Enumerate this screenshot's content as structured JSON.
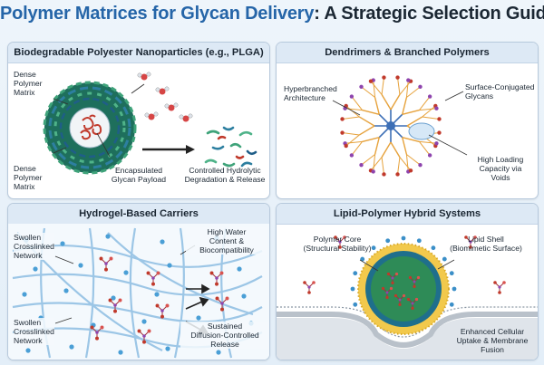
{
  "title": {
    "part1": "Polymer Matrices for Glycan Delivery",
    "part2": ": A Strategic Selection Guide"
  },
  "panels": {
    "p1": {
      "heading": "Biodegradable Polyester Nanoparticles (e.g., PLGA)",
      "matrix_label_top": "Dense\nPolymer\nMatrix",
      "matrix_label_bottom": "Dense\nPolymer\nMatrix",
      "payload_label": "Encapsulated\nGlycan Payload",
      "release_label": "Controlled Hydrolytic\nDegradation & Release"
    },
    "p2": {
      "heading": "Dendrimers & Branched Polymers",
      "architecture_label": "Hyperbranched\nArchitecture",
      "glycans_label": "Surface-Conjugated\nGlycans",
      "capacity_label": "High Loading\nCapacity via\nVoids"
    },
    "p3": {
      "heading": "Hydrogel-Based Carriers",
      "network_label_top": "Swollen\nCrosslinked\nNetwork",
      "water_label": "High Water\nContent &\nBiocompatibility",
      "network_label_bottom": "Swollen\nCrosslinked\nNetwork",
      "release_label": "Sustained\nDiffusion-Controlled\nRelease"
    },
    "p4": {
      "heading": "Lipid-Polymer Hybrid Systems",
      "core_label": "Polymer Core\n(Structural Stability)",
      "shell_label": "Lipid Shell\n(Biomimetic Surface)",
      "uptake_label": "Enhanced Cellular\nUptake & Membrane\nFusion"
    }
  },
  "colors": {
    "title_accent": "#2565a8",
    "polymer_green": "#2e8b57",
    "polymer_teal": "#1f7a8c",
    "glycan_red": "#c0392b",
    "dendrimer_orange": "#e6a23c",
    "dendrimer_blue": "#3d6fb6",
    "hydrogel_blue": "#7fb6de",
    "lipid_yellow": "#f2c94c"
  }
}
